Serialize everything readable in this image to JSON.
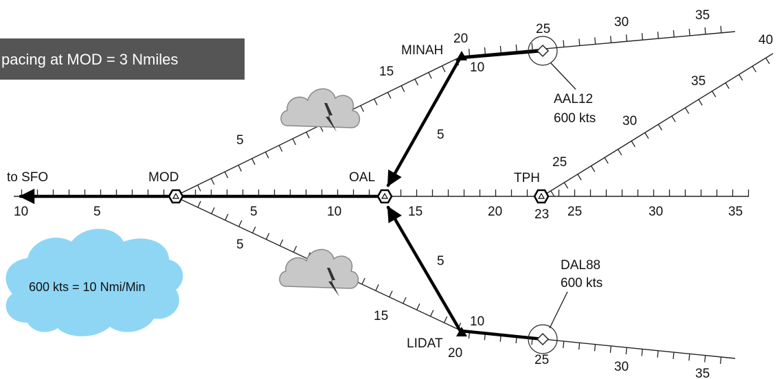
{
  "banner": {
    "text": "pacing at MOD = 3 Nmiles",
    "color": "#555555"
  },
  "rate_note": {
    "text": "600 kts = 10 Nmi/Min",
    "color": "#8fd6f5"
  },
  "destination": {
    "text": "to SFO"
  },
  "waypoints": {
    "mod": "MOD",
    "oal": "OAL",
    "tph": "TPH",
    "minah": "MINAH",
    "lidat": "LIDAT"
  },
  "aircraft": [
    {
      "callsign": "AAL12",
      "speed": "600 kts"
    },
    {
      "callsign": "DAL88",
      "speed": "600 kts"
    }
  ],
  "axis_labels": {
    "main": [
      "10",
      "5",
      "5",
      "10",
      "15",
      "20",
      "23",
      "25",
      "30",
      "35"
    ],
    "upper_arrival": [
      "5",
      "15",
      "20",
      "25",
      "30",
      "35"
    ],
    "upper_direct": [
      "10",
      "5"
    ],
    "tph_arrival": [
      "25",
      "30",
      "35",
      "40"
    ],
    "lower_arrival": [
      "5",
      "15",
      "20",
      "25",
      "30",
      "35"
    ],
    "lower_direct": [
      "10",
      "5"
    ]
  },
  "icons": {
    "waypoint": "hexagon-waypoint-icon",
    "aircraft": "diamond-aircraft-icon",
    "fix": "triangle-fix-icon",
    "weather": "storm-cloud-icon",
    "route": "route-arrow-icon"
  },
  "colors": {
    "route": "#000000",
    "track": "#222222",
    "storm_cloud": "#c8c8c8"
  }
}
